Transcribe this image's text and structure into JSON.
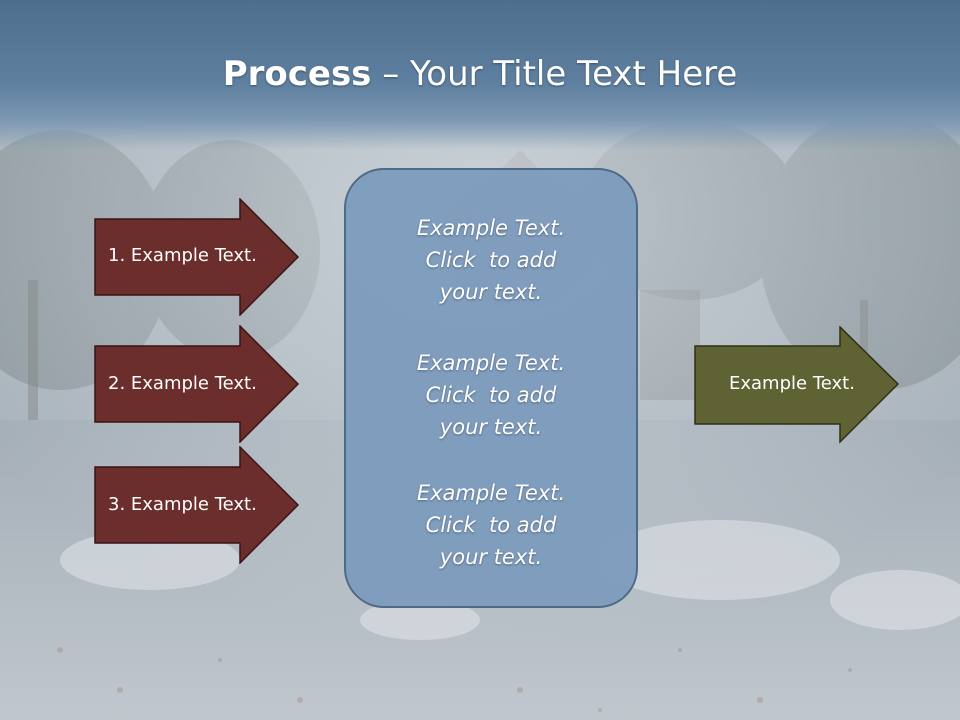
{
  "title": {
    "strong": "Process",
    "rest": " – Your Title Text Here"
  },
  "input_arrows": [
    {
      "label": "1. Example Text."
    },
    {
      "label": "2. Example Text."
    },
    {
      "label": "3. Example Text."
    }
  ],
  "center_blocks": [
    {
      "line1": "Example Text.",
      "line2": "Click  to add",
      "line3": "your text."
    },
    {
      "line1": "Example Text.",
      "line2": "Click  to add",
      "line3": "your text."
    },
    {
      "line1": "Example Text.",
      "line2": "Click  to add",
      "line3": "your text."
    }
  ],
  "output_arrow": {
    "label": "Example Text."
  },
  "colors": {
    "input_arrow_fill": "#6b2e2d",
    "output_arrow_fill": "#5f6334",
    "center_box_fill": "#7c9bbd",
    "title_band": "#5a7b9c"
  }
}
